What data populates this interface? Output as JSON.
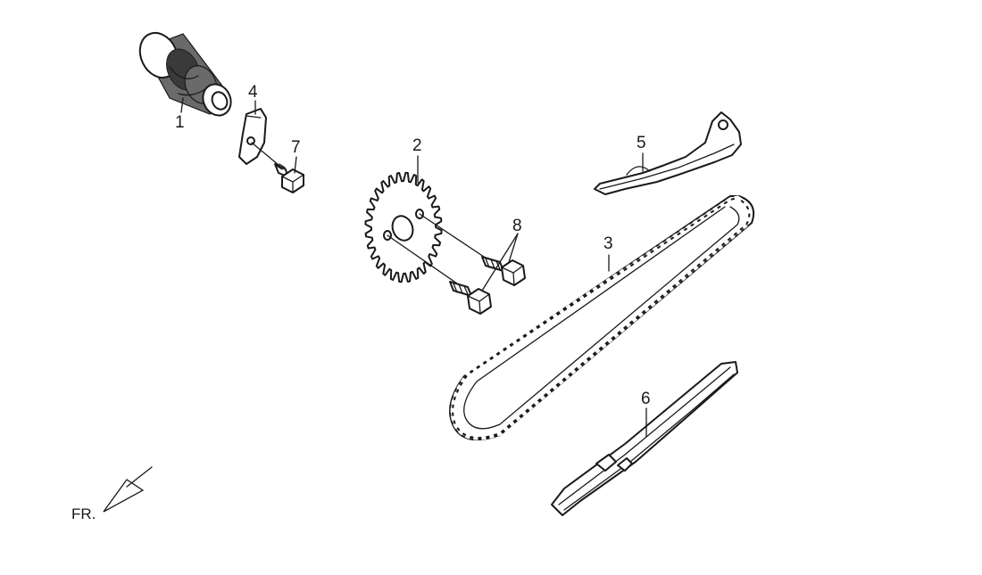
{
  "callouts": {
    "c1": "1",
    "c2": "2",
    "c3": "3",
    "c4": "4",
    "c5": "5",
    "c6": "6",
    "c7": "7",
    "c8": "8"
  },
  "orientation_label": "FR."
}
